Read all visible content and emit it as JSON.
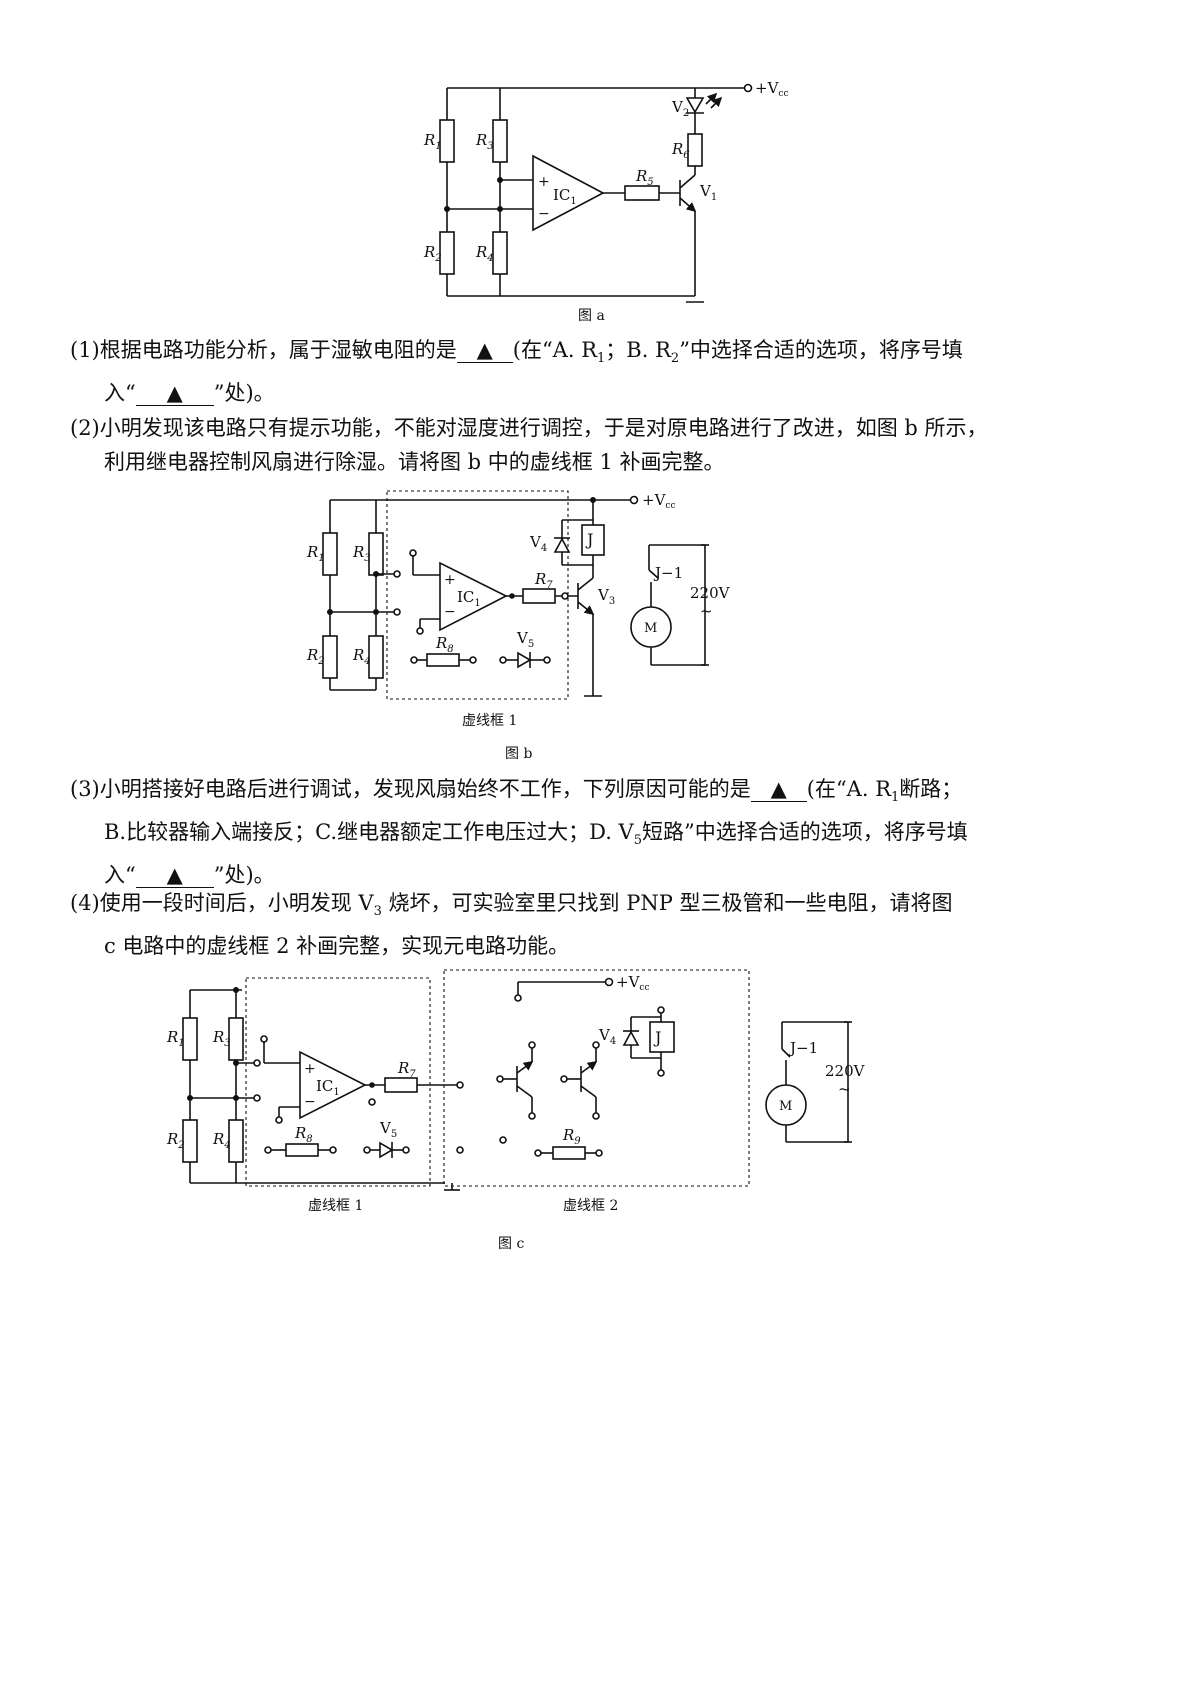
{
  "figures": {
    "a": {
      "caption": "图 a",
      "labels": {
        "r1": "R",
        "r1s": "1",
        "r2": "R",
        "r2s": "2",
        "r3": "R",
        "r3s": "3",
        "r4": "R",
        "r4s": "4",
        "r5": "R",
        "r5s": "5",
        "r6": "R",
        "r6s": "6",
        "ic": "IC",
        "ics": "1",
        "v1": "V",
        "v1s": "1",
        "v2": "V",
        "v2s": "2",
        "vcc": "+V",
        "vccs": "cc",
        "plus": "+",
        "minus": "−"
      }
    },
    "b": {
      "caption": "图 b",
      "box1": "虚线框 1",
      "labels": {
        "r1": "R",
        "r1s": "1",
        "r2": "R",
        "r2s": "2",
        "r3": "R",
        "r3s": "3",
        "r4": "R",
        "r4s": "4",
        "r7": "R",
        "r7s": "7",
        "r8": "R",
        "r8s": "8",
        "ic": "IC",
        "ics": "1",
        "v3": "V",
        "v3s": "3",
        "v4": "V",
        "v4s": "4",
        "v5": "V",
        "v5s": "5",
        "j": "J",
        "j1": "J−1",
        "volt": "220V",
        "tilde": "~",
        "m": "M",
        "vcc": "+V",
        "vccs": "cc",
        "plus": "+",
        "minus": "−"
      }
    },
    "c": {
      "caption": "图 c",
      "box1": "虚线框 1",
      "box2": "虚线框 2",
      "labels": {
        "r1": "R",
        "r1s": "1",
        "r2": "R",
        "r2s": "2",
        "r3": "R",
        "r3s": "3",
        "r4": "R",
        "r4s": "4",
        "r7": "R",
        "r7s": "7",
        "r8": "R",
        "r8s": "8",
        "r9": "R",
        "r9s": "9",
        "ic": "IC",
        "ics": "1",
        "v4": "V",
        "v4s": "4",
        "v5": "V",
        "v5s": "5",
        "j": "J",
        "j1": "J−1",
        "volt": "220V",
        "tilde": "~",
        "m": "M",
        "vcc": "+V",
        "vccs": "cc",
        "plus": "+",
        "minus": "−"
      }
    }
  },
  "questions": {
    "q1": {
      "a": "(1)根据电路功能分析，属于湿敏电阻的是",
      "mark": "▲",
      "b": "(在“A. R",
      "s1": "1",
      "c": "；B. R",
      "s2": "2",
      "d": "”中选择合适的选项，将序号填",
      "e": "入“",
      "f": "”处)。"
    },
    "q2": {
      "line1": "(2)小明发现该电路只有提示功能，不能对湿度进行调控，于是对原电路进行了改进，如图 b 所示，",
      "line2": "利用继电器控制风扇进行除湿。请将图 b 中的虚线框 1 补画完整。"
    },
    "q3": {
      "a": "(3)小明搭接好电路后进行调试，发现风扇始终不工作，下列原因可能的是",
      "b": "(在“A. R",
      "s1": "1",
      "c": "断路；",
      "line2a": "B.比较器输入端接反；C.继电器额定工作电压过大；D. V",
      "s5": "5",
      "line2b": "短路”中选择合适的选项，将序号填",
      "e": "入“",
      "f": "”处)。"
    },
    "q4": {
      "a": "(4)使用一段时间后，小明发现 V",
      "s3": "3",
      "b": " 烧坏，可实验室里只找到 PNP 型三极管和一些电阻，请将图",
      "line2": "c 电路中的虚线框 2 补画完整，实现元电路功能。"
    }
  }
}
